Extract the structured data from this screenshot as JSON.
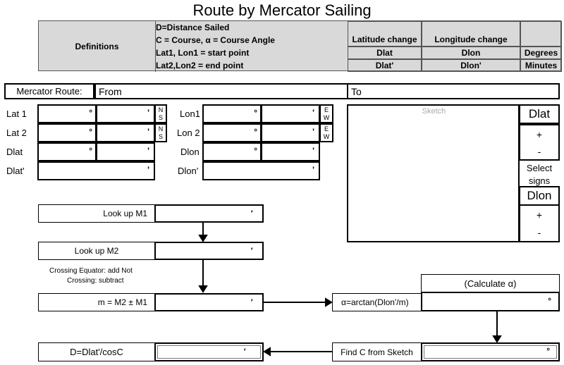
{
  "title": "Route by Mercator Sailing",
  "definitions": {
    "label": "Definitions",
    "lines": [
      "D=Distance Sailed",
      "C = Course, α = Course Angle",
      "Lat1, Lon1 = start point",
      "Lat2,Lon2 =  end point"
    ],
    "lat_change": "Latitude   change",
    "lon_change": "Longitude change",
    "dlat": "Dlat",
    "dlon": "Dlon",
    "degrees": "Degrees",
    "dlat_p": "Dlat'",
    "dlon_p": "Dlon'",
    "minutes": "Minutes"
  },
  "route": {
    "label": "Mercator Route:",
    "from": "From",
    "to": "To"
  },
  "left_labels": {
    "lat1": "Lat 1",
    "lat2": "Lat 2",
    "dlat": "Dlat",
    "dlatp": "Dlat'"
  },
  "mid_labels": {
    "lon1": "Lon1",
    "lon2": "Lon 2",
    "dlon": "Dlon",
    "dlonp": "Dlon'"
  },
  "symbols": {
    "deg": "°",
    "min": "'",
    "min_italic": "ʹ"
  },
  "ns": {
    "n": "N",
    "s": "S",
    "e": "E",
    "w": "W"
  },
  "sketch": {
    "label": "Sketch",
    "dlat": "Dlat",
    "plus": "+",
    "minus": "-",
    "select1": "Select",
    "select2": "signs",
    "dlon": "Dlon"
  },
  "steps": {
    "m1": "Look up M1",
    "m2": "Look up M2",
    "crossing1": "Crossing Equator: add      Not",
    "crossing2": "Crossing: subtract",
    "m": "m = M2 ± M1",
    "alpha": "α=arctan(Dlon'/m)",
    "calc_alpha": "(Calculate α)",
    "find_c": "Find C from Sketch",
    "d": "D=Dlat'/cosC"
  }
}
